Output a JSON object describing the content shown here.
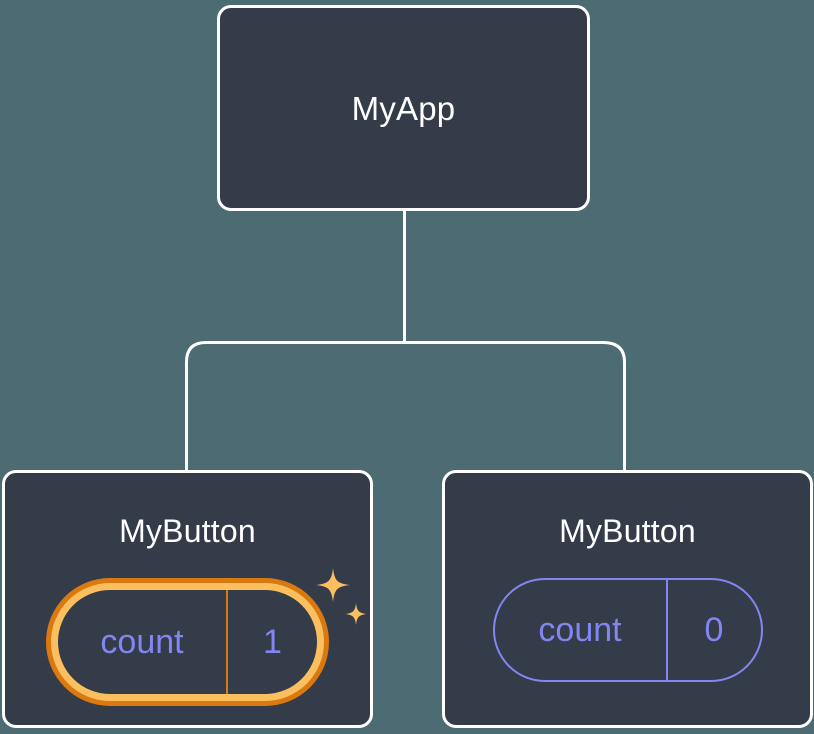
{
  "diagram": {
    "type": "component-tree",
    "background_color": "#4d6b72",
    "node_fill_color": "#343b49",
    "node_border_color": "#ffffff",
    "connector_color": "#ffffff",
    "accent_color": "#8186f0",
    "highlight_outer_color": "#d9790f",
    "highlight_inner_color": "#fbbf60",
    "root": {
      "label": "MyApp"
    },
    "children": [
      {
        "label": "MyButton",
        "highlighted": true,
        "state": {
          "key": "count",
          "value": "1"
        },
        "sparkle_icons": [
          "sparkle-large-icon",
          "sparkle-small-icon"
        ]
      },
      {
        "label": "MyButton",
        "highlighted": false,
        "state": {
          "key": "count",
          "value": "0"
        }
      }
    ]
  }
}
